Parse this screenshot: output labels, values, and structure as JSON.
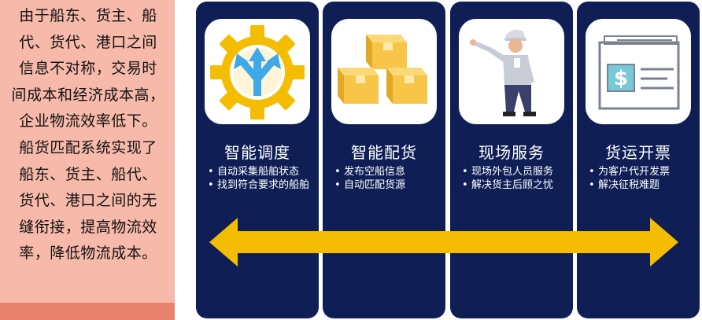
{
  "intro": {
    "lines": [
      "由于船东、货主、船",
      "代、货代、港口之间",
      "信息不对称，交易时",
      "间成本和经济成本高，",
      "企业物流效率低下。",
      "船货匹配系统实现了",
      "船东、货主、船代、",
      "货代、港口之间的无",
      "缝衔接，提高物流效",
      "率，降低物流成本。"
    ]
  },
  "cards": [
    {
      "title": "智能调度",
      "icon": "gear-arrows-icon",
      "bullets": [
        "自动采集船舶状态",
        "找到符合要求的船舶"
      ]
    },
    {
      "title": "智能配货",
      "icon": "cargo-boxes-icon",
      "bullets": [
        "发布空船信息",
        "自动匹配货源"
      ]
    },
    {
      "title": "现场服务",
      "icon": "field-worker-icon",
      "bullets": [
        "现场外包人员服务",
        "解决货主后顾之忧"
      ]
    },
    {
      "title": "货运开票",
      "icon": "invoice-icon",
      "bullets": [
        "为客户代开发票",
        "解决征税难题"
      ]
    }
  ],
  "colors": {
    "left_panel": "#f7b9a9",
    "left_panel_bar": "#e9826d",
    "card_bg": "#0f1f56",
    "arrow": "#f5bd02"
  }
}
